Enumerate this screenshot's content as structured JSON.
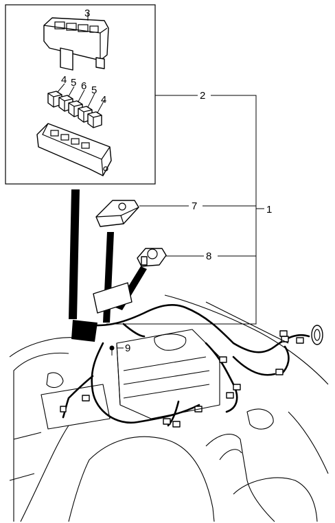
{
  "callouts": {
    "c1": "1",
    "c2": "2",
    "c3": "3",
    "c4a": "4",
    "c5a": "5",
    "c6": "6",
    "c5b": "5",
    "c4b": "4",
    "c7": "7",
    "c8": "8",
    "c9": "9"
  },
  "colors": {
    "line": "#000000",
    "background": "#ffffff"
  }
}
